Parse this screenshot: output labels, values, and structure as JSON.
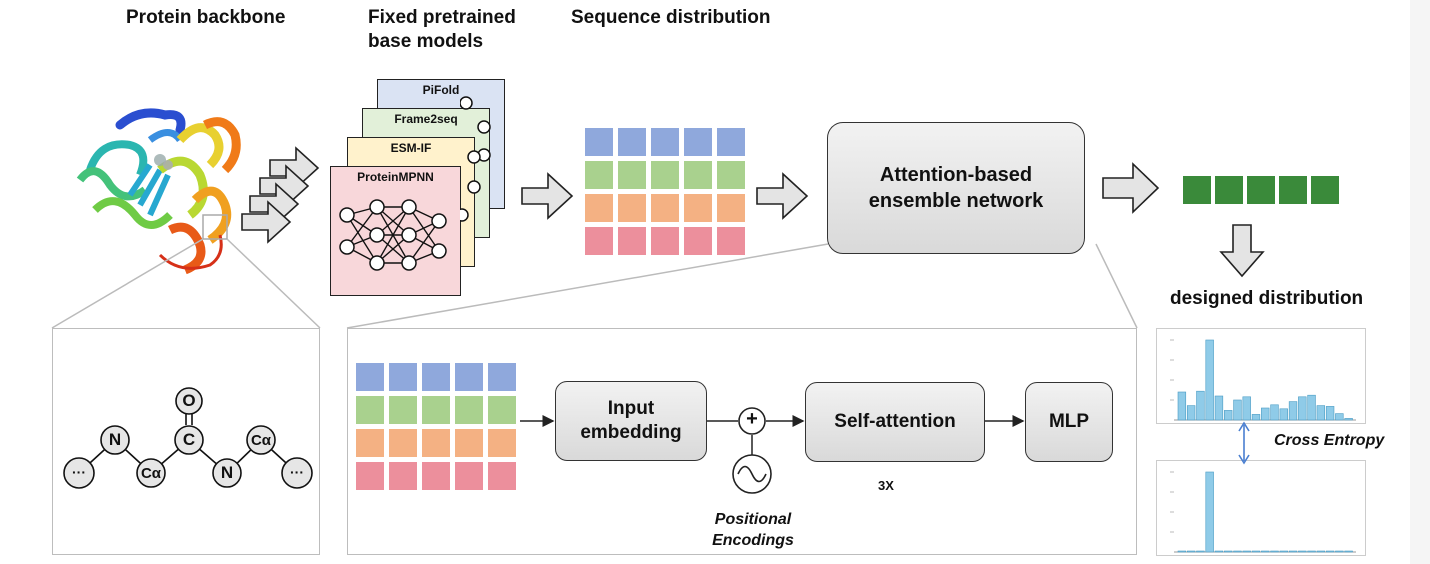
{
  "headers": {
    "protein_backbone": "Protein backbone",
    "fixed_models_line1": "Fixed pretrained",
    "fixed_models_line2": "base models",
    "sequence_distribution": "Sequence distribution"
  },
  "models": [
    "PiFold",
    "Frame2seq",
    "ESM-IF",
    "ProteinMPNN"
  ],
  "ensemble_label_line1": "Attention-based",
  "ensemble_label_line2": "ensemble network",
  "designed_distribution": "designed distribution",
  "detail": {
    "input_embedding_line1": "Input",
    "input_embedding_line2": "embedding",
    "self_attention": "Self-attention",
    "mlp": "MLP",
    "repeat": "3X",
    "positional_line1": "Positional",
    "positional_line2": "Encodings",
    "plus": "+"
  },
  "backbone_atoms": {
    "o": "O",
    "c": "C",
    "n1": "N",
    "ca1": "Cα",
    "n2": "N",
    "ca2": "Cα",
    "dots": "···"
  },
  "cross_entropy": "Cross Entropy",
  "colors": {
    "row_blue": "#8fa8dc",
    "row_green": "#a9d18e",
    "row_orange": "#f4b183",
    "row_pink": "#ec8f9c",
    "output_green": "#3a8a3a",
    "bar_blue": "#8fcbe8",
    "card_blue": "#dae3f3",
    "card_green": "#e2f0d9",
    "card_yellow": "#fff2cc",
    "card_pink": "#f8d7da"
  },
  "chart_data": [
    {
      "type": "bar",
      "values": [
        0.35,
        0.18,
        0.36,
        1.0,
        0.3,
        0.12,
        0.25,
        0.29,
        0.07,
        0.15,
        0.19,
        0.14,
        0.23,
        0.29,
        0.31,
        0.18,
        0.17,
        0.08,
        0.02
      ],
      "ylim": [
        0,
        1.1
      ]
    },
    {
      "type": "bar",
      "values": [
        0,
        0,
        0,
        1.0,
        0,
        0,
        0,
        0,
        0,
        0,
        0,
        0,
        0,
        0,
        0,
        0,
        0,
        0,
        0
      ],
      "ylim": [
        0,
        1.1
      ]
    }
  ]
}
